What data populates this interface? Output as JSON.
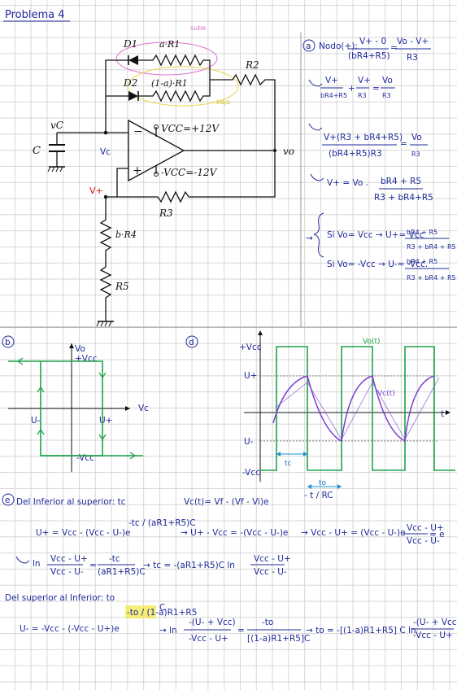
{
  "title": "Problema 4",
  "circuit": {
    "sube": "sube",
    "baja": "baja",
    "D1": "D1",
    "aR1": "a·R1",
    "D2": "D2",
    "a1R1": "(1-a)·R1",
    "R2": "R2",
    "R3": "R3",
    "bR4": "b·R4",
    "R5": "R5",
    "vc": "vC",
    "C": "C",
    "Vc": "Vc",
    "vcc_pos": "VCC=+12V",
    "vcc_neg": "-VCC=-12V",
    "vo": "vo",
    "vplus": "V+",
    "minus": "−",
    "plus": "+"
  },
  "part_a": {
    "label": "a",
    "l1_a": "Nodo(+):",
    "l1_num1": "V+ - 0",
    "l1_den1": "(bR4+R5)",
    "l1_eq": "=",
    "l1_num2": "Vo - V+",
    "l1_den2": "R3",
    "l2_n1": "V+",
    "l2_d1": "bR4+R5",
    "l2_plus": "+",
    "l2_n2": "V+",
    "l2_d2": "R3",
    "l2_eq": "=",
    "l2_n3": "Vo",
    "l2_d3": "R3",
    "l3_n1": "V+(R3 + bR4+R5)",
    "l3_d1": "(bR4+R5)R3",
    "l3_eq": "=",
    "l3_n2": "Vo",
    "l3_d2": "R3",
    "l4_a": "V+ = Vo .",
    "l4_num": "bR4 + R5",
    "l4_den": "R3 + bR4+R5",
    "l5_a": "Si Vo= Vcc → U+= Vcc",
    "l5_num": "bR4 + R5",
    "l5_den": "R3 + bR4 + R5",
    "l6_a": "Si Vo= -Vcc → U-= -Vcc.",
    "l6_num": "bR4 + R5",
    "l6_den": "R3 + bR4 + R5"
  },
  "part_b": {
    "label": "b",
    "vo": "Vo",
    "pvcc": "+Vcc",
    "nvcc": "-Vcc",
    "vc": "Vc",
    "um": "U-",
    "up": "U+"
  },
  "part_d": {
    "label": "d",
    "pvcc": "+Vcc",
    "up": "U+",
    "um": "U-",
    "nvcc": "-Vcc",
    "vot": "Vo(t)",
    "vct": "Vc(t)",
    "t": "t",
    "tc": "tc",
    "to": "to"
  },
  "part_e": {
    "label": "e",
    "head": "Del Inferior al superior: tc",
    "vct": "Vc(t)= Vf - (Vf - Vi)e",
    "vct_exp": "- t / RC",
    "e1": "U+ = Vcc - (Vcc - U-)e",
    "e1_exp": "-tc / (aR1+R5)C",
    "e2": "→ U+ - Vcc = -(Vcc - U-)e",
    "e3": "→ Vcc - U+ = (Vcc - U-)e",
    "e4_num": "Vcc - U+",
    "e4_den": "Vcc - U-",
    "e4_eq": "= e",
    "ln1_a": "ln",
    "ln1_num": "Vcc - U+",
    "ln1_den": "Vcc - U-",
    "ln1_eq": "=",
    "ln1_fnum": "-tc",
    "ln1_fden": "(aR1+R5)C",
    "ln1_b": "→ tc = -(aR1+R5)C ln",
    "head2": "Del superior al Inferior: to",
    "e5": "U- = -Vcc - (-Vcc - U+)e",
    "e5_exp": "-to / (1-a)R1+R5",
    "e5_c": "C",
    "ln2_a": "→ ln",
    "ln2_num": "-(U- + Vcc)",
    "ln2_den": "-Vcc - U+",
    "ln2_eq": "=",
    "ln2_fnum": "-to",
    "ln2_fden": "[(1-a)R1+R5]C",
    "ln2_b": "→ to = -[(1-a)R1+R5] C ln",
    "ln2_cnum": "-(U- + Vcc)",
    "ln2_cden": "-Vcc - U+"
  }
}
